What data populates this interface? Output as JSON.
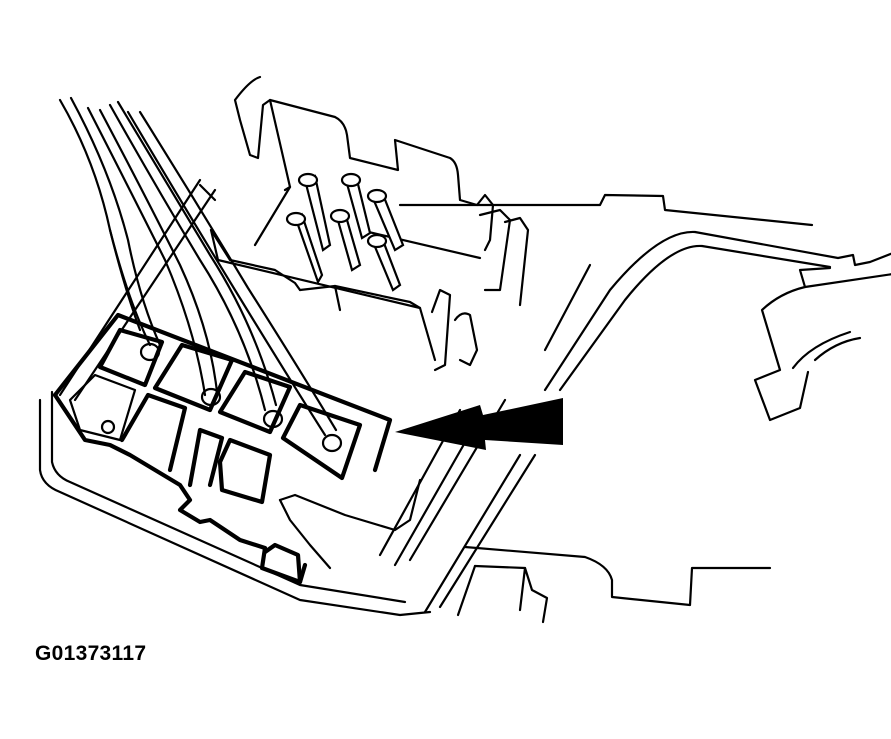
{
  "figure": {
    "caption_id": "G01373117",
    "subject": "electrical-connector-illustration",
    "line_color": "#000000",
    "background_color": "#ffffff",
    "callout": {
      "type": "arrow",
      "direction": "left",
      "target": "connector-lock-tab"
    },
    "parts": [
      {
        "name": "wiring-harness",
        "count_wires": 6
      },
      {
        "name": "harness-connector",
        "terminal_cavities": 8
      },
      {
        "name": "component-connector",
        "pins": 6
      },
      {
        "name": "housing"
      }
    ]
  }
}
